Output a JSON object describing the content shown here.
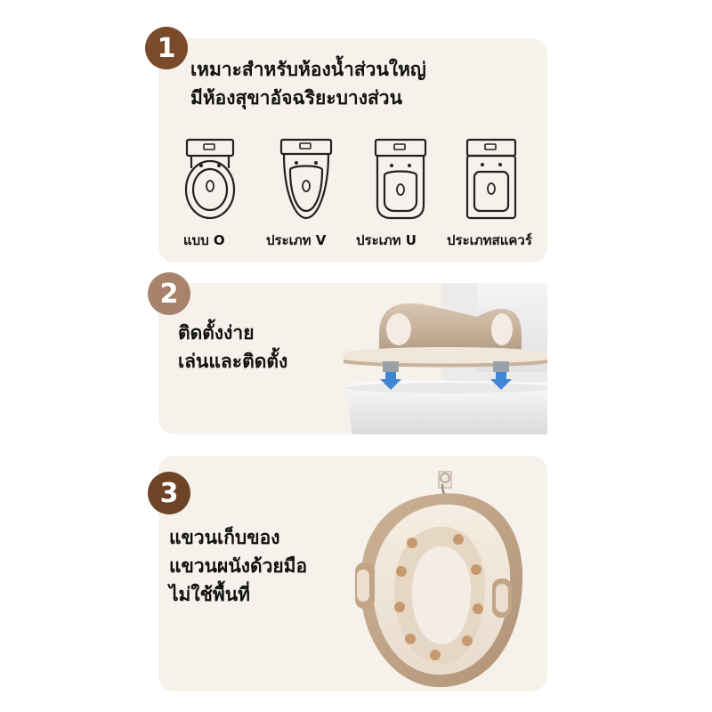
{
  "step1": {
    "number": "1",
    "lines": [
      "เหมาะสำหรับห้องน้ำส่วนใหญ่",
      "มีห้องสุขาอัจฉริยะบางส่วน"
    ],
    "toilets": [
      {
        "label": "แบบ O",
        "icon": "toilet-o-shape-icon"
      },
      {
        "label": "ประเภท V",
        "icon": "toilet-v-shape-icon"
      },
      {
        "label": "ประเภท U",
        "icon": "toilet-u-shape-icon"
      },
      {
        "label": "ประเภทสแควร์",
        "icon": "toilet-square-shape-icon"
      }
    ]
  },
  "step2": {
    "number": "2",
    "lines": [
      "ติดตั้งง่าย",
      "เล่นและติดตั้ง"
    ]
  },
  "step3": {
    "number": "3",
    "lines": [
      "แขวนเก็บของ",
      "แขวนผนังด้วยมือ",
      "ไม่ใช้พื้นที่"
    ]
  },
  "colors": {
    "card_bg": "#f7f1ec",
    "badge_dark": "#7a4a2a",
    "badge_light": "#a8826a",
    "seat_beige": "#c9b39b",
    "arrow_blue": "#3f86d6"
  }
}
